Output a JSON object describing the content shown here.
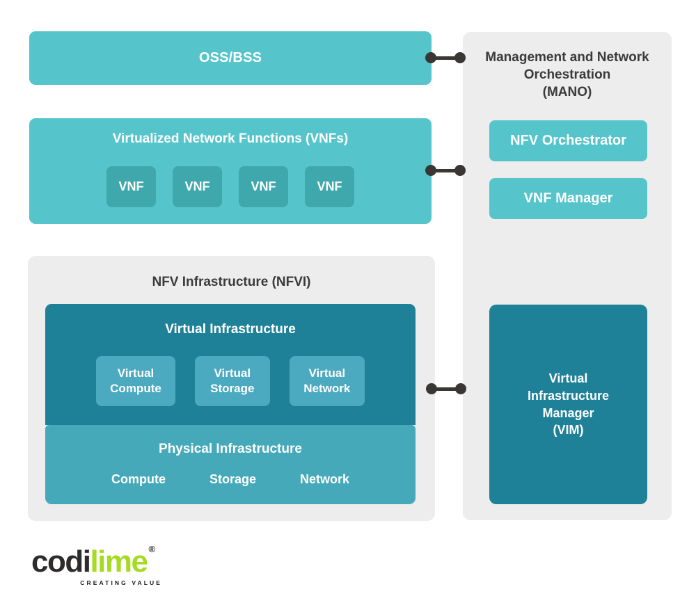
{
  "oss": {
    "label": "OSS/BSS"
  },
  "vnfs": {
    "title": "Virtualized Network Functions (VNFs)",
    "items": [
      "VNF",
      "VNF",
      "VNF",
      "VNF"
    ]
  },
  "nfvi": {
    "title": "NFV Infrastructure (NFVI)",
    "virtual": {
      "title": "Virtual Infrastructure",
      "items": [
        "Virtual\nCompute",
        "Virtual\nStorage",
        "Virtual\nNetwork"
      ]
    },
    "physical": {
      "title": "Physical Infrastructure",
      "items": [
        "Compute",
        "Storage",
        "Network"
      ]
    }
  },
  "mano": {
    "title": "Management and Network\nOrchestration\n(MANO)",
    "orchestrator": "NFV Orchestrator",
    "manager": "VNF Manager",
    "vim": "Virtual\nInfrastructure\nManager\n(VIM)"
  },
  "logo": {
    "dark": "codi",
    "accent": "lime",
    "registered": "®",
    "tagline": "CREATING VALUE"
  },
  "colors": {
    "teal": "#56c5cb",
    "teal_dark": "#1f8198",
    "vnf_chip": "#3ea8ad",
    "virtual_chip": "#4ba9c0",
    "physical": "#46a9ba",
    "panel_gray": "#ededed",
    "text_dark": "#3b3b3b",
    "connector": "#3a3633",
    "lime": "#a5dc21"
  }
}
